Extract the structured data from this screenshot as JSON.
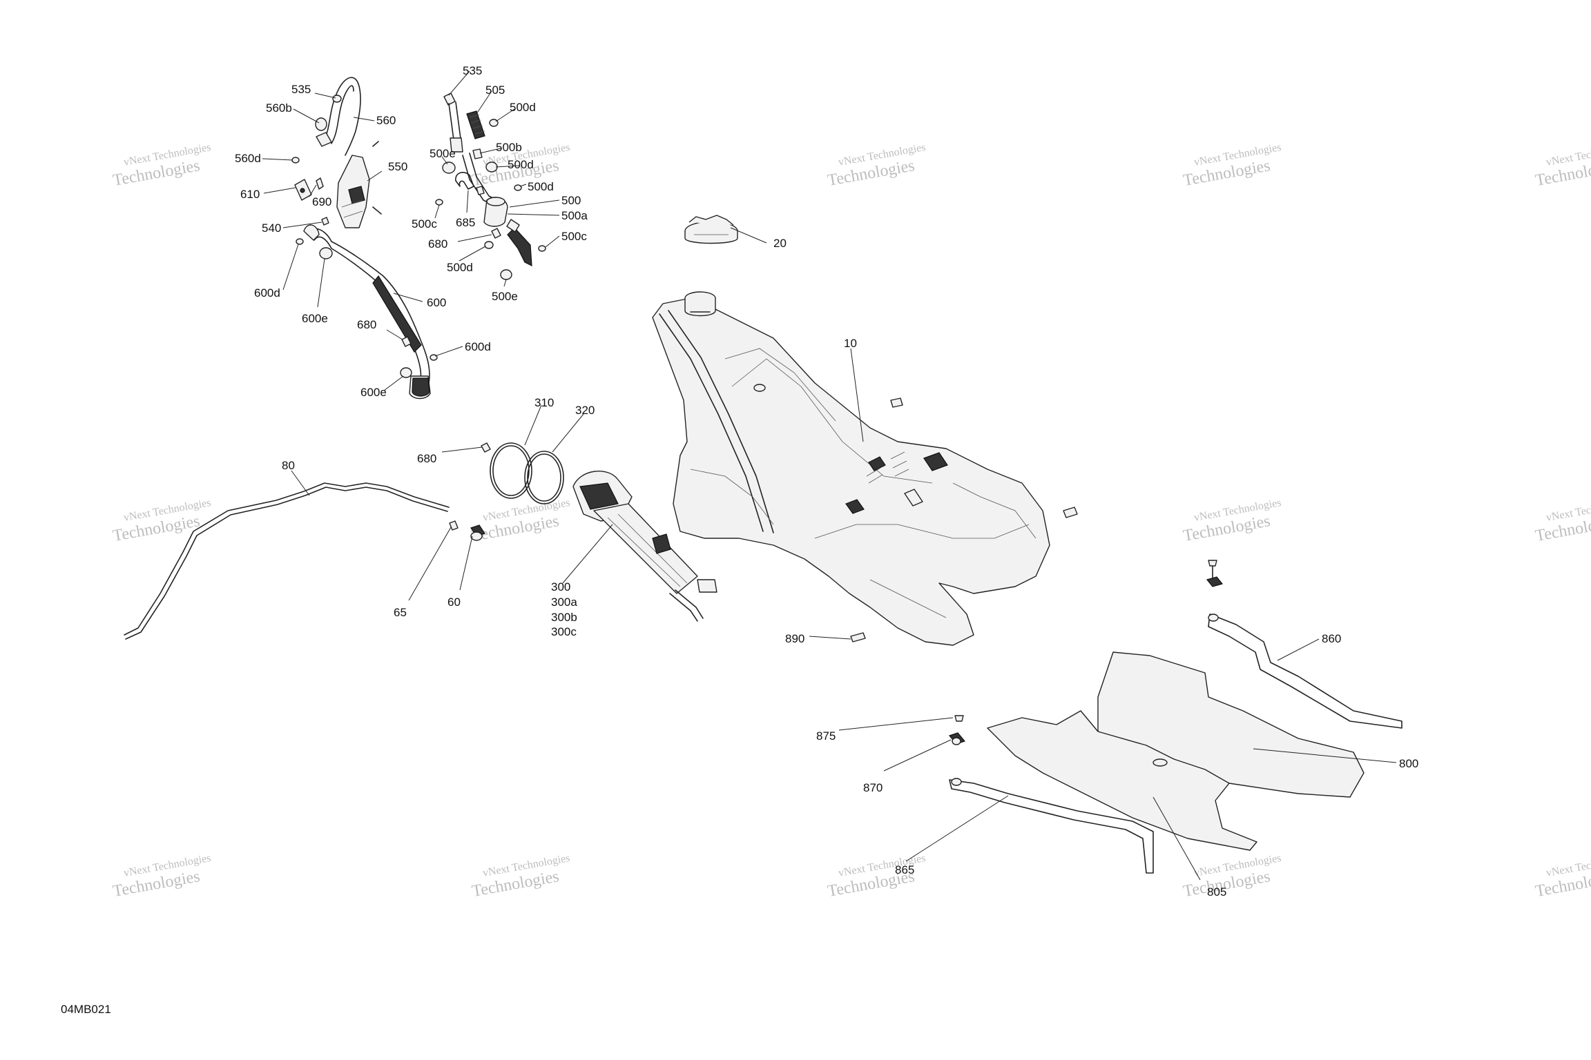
{
  "drawing_code": "04MB021",
  "watermark": {
    "line1": "vNext Technologies",
    "line2": "Technologies"
  },
  "labels": [
    {
      "id": "p535a",
      "text": "535"
    },
    {
      "id": "p560b",
      "text": "560b"
    },
    {
      "id": "p560",
      "text": "560"
    },
    {
      "id": "p560d",
      "text": "560d"
    },
    {
      "id": "p550",
      "text": "550"
    },
    {
      "id": "p610",
      "text": "610"
    },
    {
      "id": "p690",
      "text": "690"
    },
    {
      "id": "p540",
      "text": "540"
    },
    {
      "id": "p600d",
      "text": "600d"
    },
    {
      "id": "p600e",
      "text": "600e"
    },
    {
      "id": "p600",
      "text": "600"
    },
    {
      "id": "p680a",
      "text": "680"
    },
    {
      "id": "p600d2",
      "text": "600d"
    },
    {
      "id": "p600e2",
      "text": "600e"
    },
    {
      "id": "p535b",
      "text": "535"
    },
    {
      "id": "p505",
      "text": "505"
    },
    {
      "id": "p500d",
      "text": "500d"
    },
    {
      "id": "p500e",
      "text": "500e"
    },
    {
      "id": "p500b",
      "text": "500b"
    },
    {
      "id": "p500d2",
      "text": "500d"
    },
    {
      "id": "p500d3",
      "text": "500d"
    },
    {
      "id": "p500c",
      "text": "500c"
    },
    {
      "id": "p685",
      "text": "685"
    },
    {
      "id": "p500",
      "text": "500"
    },
    {
      "id": "p500a",
      "text": "500a"
    },
    {
      "id": "p680b",
      "text": "680"
    },
    {
      "id": "p500c2",
      "text": "500c"
    },
    {
      "id": "p500d4",
      "text": "500d"
    },
    {
      "id": "p500e2",
      "text": "500e"
    },
    {
      "id": "p20",
      "text": "20"
    },
    {
      "id": "p10",
      "text": "10"
    },
    {
      "id": "p310",
      "text": "310"
    },
    {
      "id": "p320",
      "text": "320"
    },
    {
      "id": "p680c",
      "text": "680"
    },
    {
      "id": "p80",
      "text": "80"
    },
    {
      "id": "p65",
      "text": "65"
    },
    {
      "id": "p60",
      "text": "60"
    },
    {
      "id": "p300",
      "text": "300"
    },
    {
      "id": "p300a",
      "text": "300a"
    },
    {
      "id": "p300b",
      "text": "300b"
    },
    {
      "id": "p300c",
      "text": "300c"
    },
    {
      "id": "p890",
      "text": "890"
    },
    {
      "id": "p860",
      "text": "860"
    },
    {
      "id": "p875",
      "text": "875"
    },
    {
      "id": "p800",
      "text": "800"
    },
    {
      "id": "p870",
      "text": "870"
    },
    {
      "id": "p865",
      "text": "865"
    },
    {
      "id": "p805",
      "text": "805"
    }
  ]
}
